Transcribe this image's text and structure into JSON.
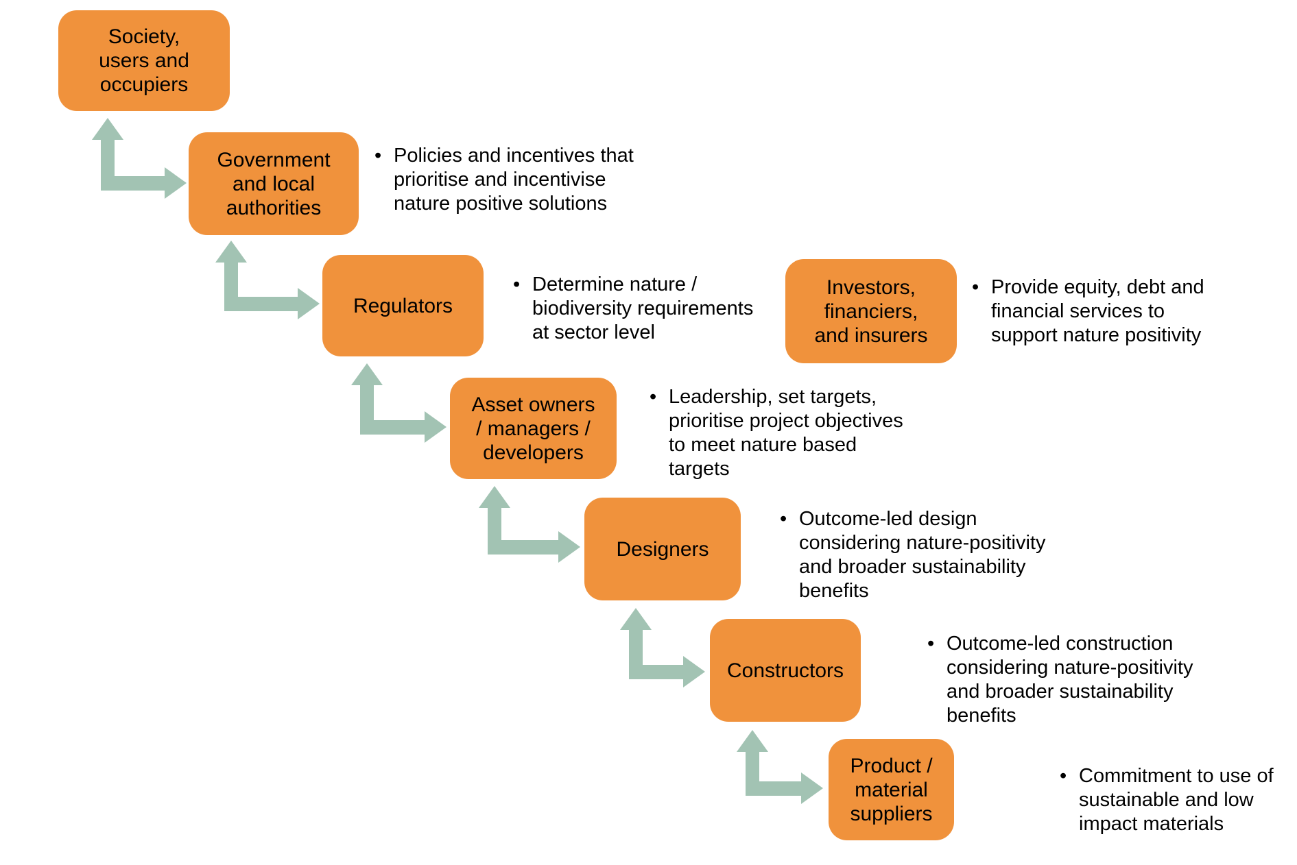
{
  "diagram": {
    "colors": {
      "box_orange": "#F0923C",
      "arrow_green": "#A2C3B3",
      "text_black": "#000000"
    },
    "items": [
      {
        "id": "society",
        "label": "Society,\nusers and\noccupiers",
        "bullet": ""
      },
      {
        "id": "government",
        "label": "Government\nand local\nauthorities",
        "bullet": "Policies and incentives that\nprioritise and incentivise\nnature positive solutions"
      },
      {
        "id": "regulators",
        "label": "Regulators",
        "bullet": "Determine nature /\nbiodiversity requirements\nat sector level"
      },
      {
        "id": "investors",
        "label": "Investors,\nfinanciers,\nand insurers",
        "bullet": "Provide equity, debt and\nfinancial services to\nsupport nature positivity"
      },
      {
        "id": "asset-owners",
        "label": "Asset owners\n/ managers /\ndevelopers",
        "bullet": "Leadership, set targets,\nprioritise project objectives\nto meet nature based\ntargets"
      },
      {
        "id": "designers",
        "label": "Designers",
        "bullet": "Outcome-led design\nconsidering nature-positivity\nand broader sustainability\nbenefits"
      },
      {
        "id": "constructors",
        "label": "Constructors",
        "bullet": "Outcome-led construction\nconsidering nature-positivity\nand broader sustainability\nbenefits"
      },
      {
        "id": "suppliers",
        "label": "Product /\nmaterial\nsuppliers",
        "bullet": "Commitment to use of\nsustainable and low\nimpact materials"
      }
    ]
  }
}
